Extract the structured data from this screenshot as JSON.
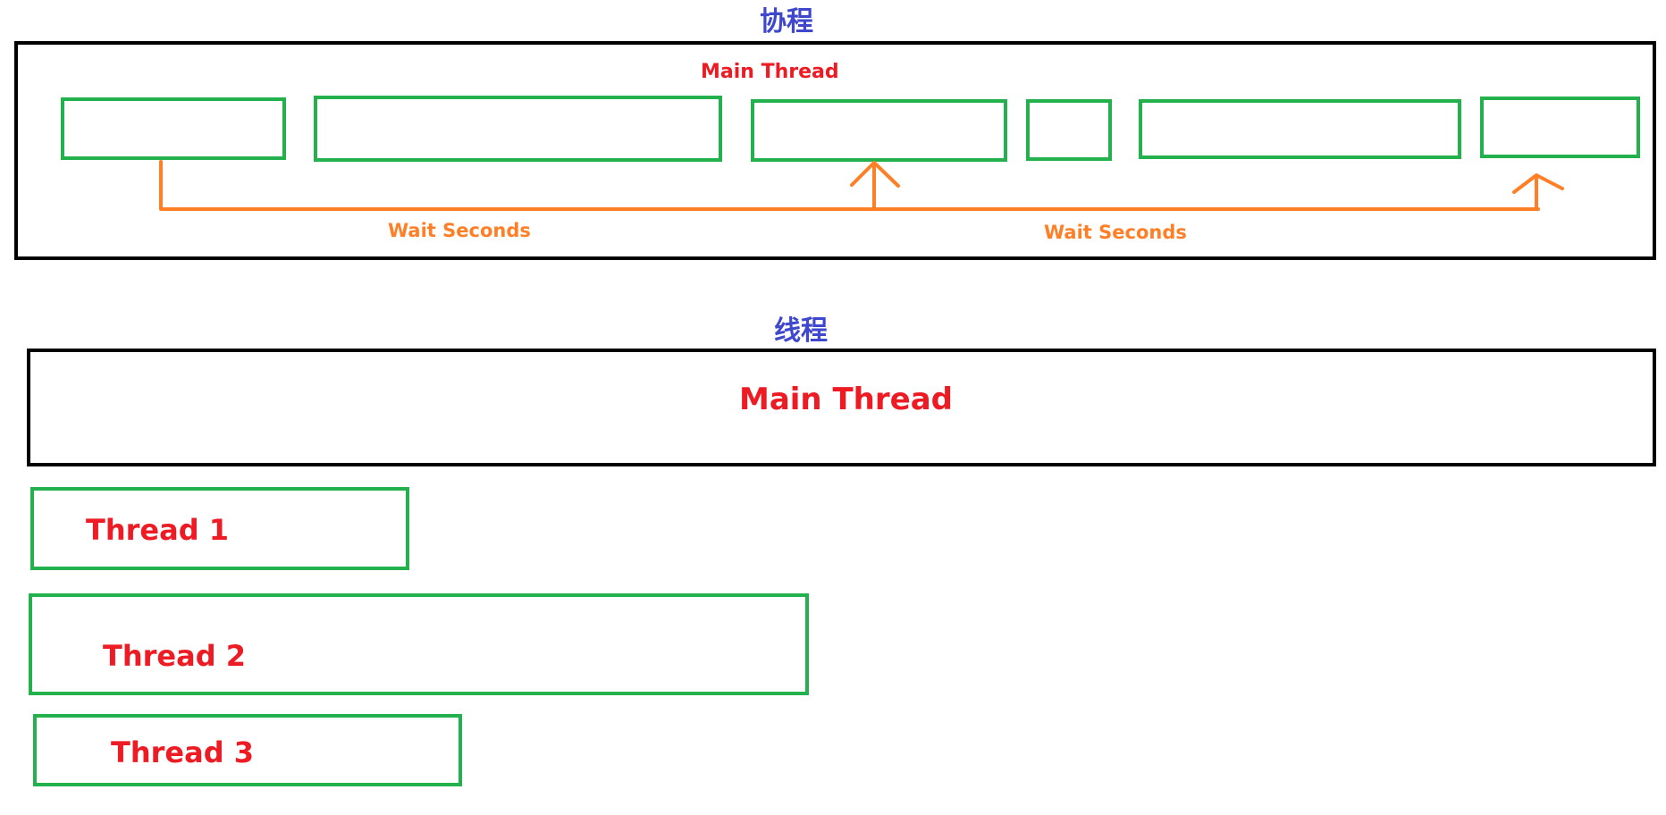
{
  "coroutine_section": {
    "title": "协程",
    "main_thread_label": "Main Thread",
    "wait_labels": [
      "Wait Seconds",
      "Wait Seconds"
    ]
  },
  "thread_section": {
    "title": "线程",
    "main_thread_label": "Main Thread",
    "threads": [
      "Thread 1",
      "Thread 2",
      "Thread 3"
    ]
  },
  "colors": {
    "title": "#3f48cc",
    "label": "#ed1c24",
    "task_box": "#22b14c",
    "arrow": "#ff7f27",
    "frame": "#000000"
  }
}
